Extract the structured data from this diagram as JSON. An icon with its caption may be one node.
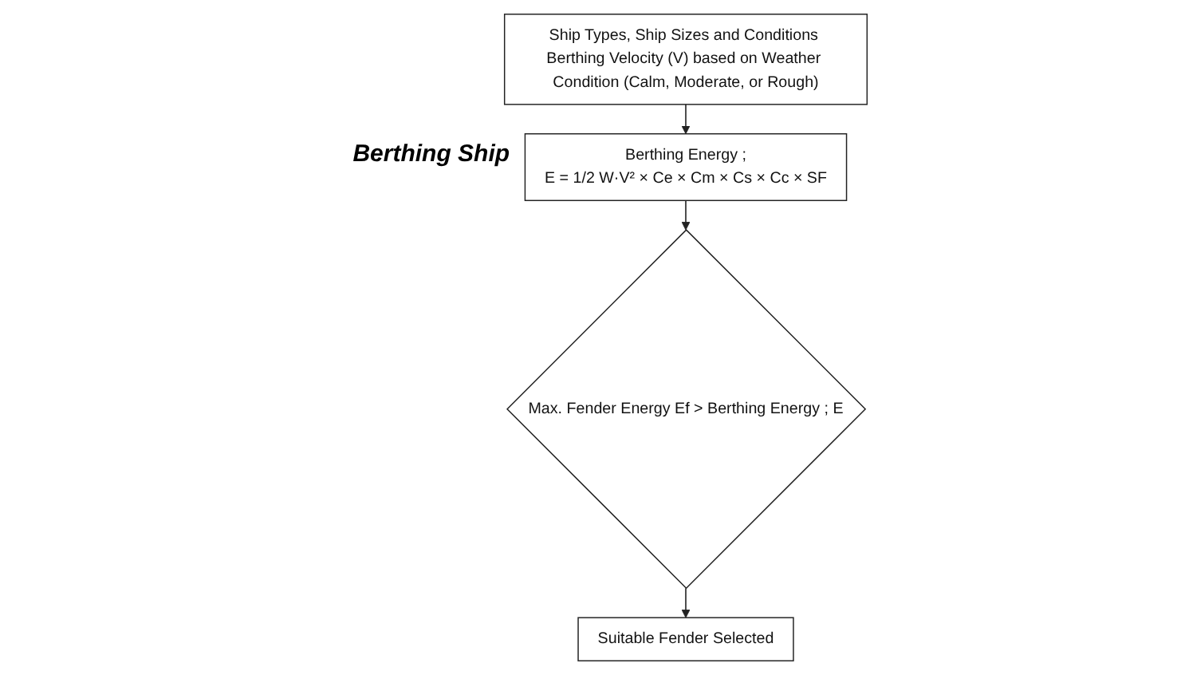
{
  "diagram": {
    "nodes": [
      {
        "text": [
          "Ship Types, Ship Sizes and Conditions Berthing Velocity (V) based on Weather Condition (Calm, Moderate, or Rough)"
        ]
      },
      {
        "text": [
          "Berthing Energy ;",
          "E = 1/2 W·V² × Ce × Cm × Cs × Cc × SF"
        ],
        "beside": [
          "Berthing Ship"
        ]
      },
      {
        "text": [
          "Max. Fender Energy Ef > Berthing Energy ; E"
        ]
      },
      {
        "text": [
          "Suitable Fender Selected"
        ]
      }
    ],
    "edges": [
      {
        "from": 0,
        "to": 1,
        "arrow": "to"
      },
      {
        "from": 1,
        "to": 2,
        "arrow": "to"
      },
      {
        "from": 2,
        "to": 3,
        "arrow": "to"
      }
    ]
  }
}
